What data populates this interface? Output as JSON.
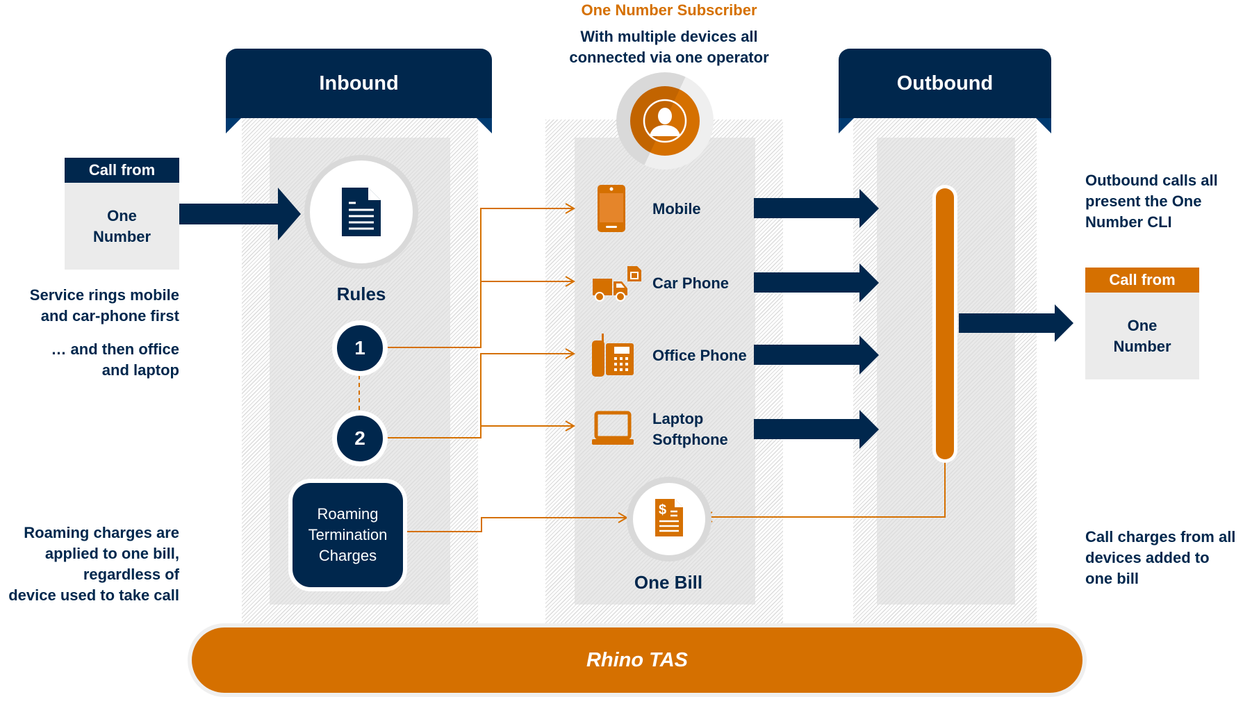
{
  "subscriber": {
    "title": "One Number Subscriber",
    "subtitle_line1": "With multiple devices all",
    "subtitle_line2": "connected via one operator",
    "icon": "user-avatar-icon"
  },
  "columns": {
    "inbound": {
      "title": "Inbound"
    },
    "outbound": {
      "title": "Outbound"
    }
  },
  "left_call_box": {
    "header": "Call from",
    "line1": "One",
    "line2": "Number",
    "header_color": "#00274D"
  },
  "right_call_box": {
    "header": "Call from",
    "line1": "One",
    "line2": "Number",
    "header_color": "#D57000"
  },
  "rules": {
    "label": "Rules",
    "icon": "document-icon",
    "steps": [
      "1",
      "2"
    ]
  },
  "roaming_box": {
    "line1": "Roaming",
    "line2": "Termination",
    "line3": "Charges"
  },
  "devices": [
    {
      "label1": "Mobile",
      "label2": "",
      "icon": "mobile-phone-icon"
    },
    {
      "label1": "Car Phone",
      "label2": "",
      "icon": "car-sim-icon"
    },
    {
      "label1": "Office Phone",
      "label2": "",
      "icon": "office-phone-icon"
    },
    {
      "label1": "Laptop",
      "label2": "Softphone",
      "icon": "laptop-icon"
    }
  ],
  "one_bill": {
    "label": "One Bill",
    "icon": "bill-dollar-icon"
  },
  "notes": {
    "left_1": [
      "Service rings mobile",
      "and car-phone first"
    ],
    "left_2": [
      "… and then office",
      "and laptop"
    ],
    "left_3": [
      "Roaming charges are",
      "applied to one bill,",
      "regardless of",
      "device used to take call"
    ],
    "right_1": [
      "Outbound calls all",
      "present the One",
      "Number CLI"
    ],
    "right_2": [
      "Call charges from all",
      "devices added to",
      "one bill"
    ]
  },
  "platform": {
    "label": "Rhino TAS"
  },
  "colors": {
    "navy": "#00274D",
    "orange": "#D57000",
    "light_gray": "#EBEBEB"
  }
}
